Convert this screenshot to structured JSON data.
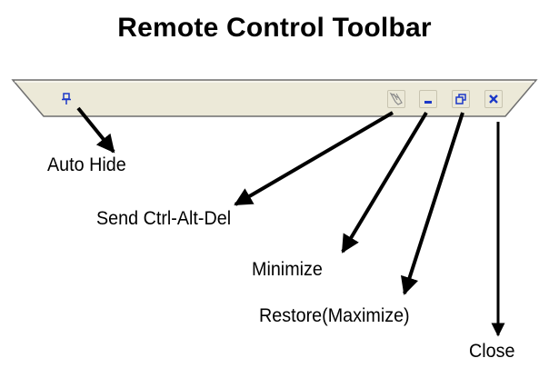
{
  "title": "Remote Control Toolbar",
  "colors": {
    "toolbar_fill": "#ece9d8",
    "toolbar_edge": "#6f6f6f",
    "icon_blue": "#1c38c8",
    "icon_gray": "#8a8a8a"
  },
  "toolbar": {
    "buttons": [
      {
        "id": "auto-hide",
        "icon": "pushpin-icon"
      },
      {
        "id": "send-ctrl-alt-del",
        "icon": "keyboard-hand-icon"
      },
      {
        "id": "minimize",
        "icon": "minimize-icon"
      },
      {
        "id": "restore",
        "icon": "restore-icon"
      },
      {
        "id": "close",
        "icon": "close-icon"
      }
    ]
  },
  "callouts": {
    "auto_hide": "Auto Hide",
    "send_cad": "Send Ctrl-Alt-Del",
    "minimize": "Minimize",
    "restore": "Restore(Maximize)",
    "close": "Close"
  }
}
